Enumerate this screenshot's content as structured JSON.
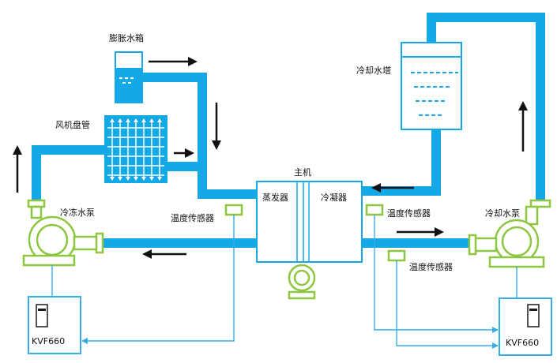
{
  "labels": {
    "expansion_tank": "膨胀水箱",
    "fan_coil": "风机盘管",
    "chilled_pump": "冷冻水泵",
    "cooling_tower": "冷却水塔",
    "cooling_pump": "冷却水泵",
    "main_unit": "主机",
    "evaporator": "蒸发器",
    "condenser": "冷凝器",
    "temp_sensor_1": "温度传感器",
    "temp_sensor_2": "温度传感器",
    "temp_sensor_3": "温度传感器",
    "vfd_left": "KVF660",
    "vfd_right": "KVF660"
  },
  "colors": {
    "pipe": "#14a9e6",
    "pump": "#8dc63f",
    "signal": "#35aee8",
    "vfd_border": "#35aee8"
  }
}
